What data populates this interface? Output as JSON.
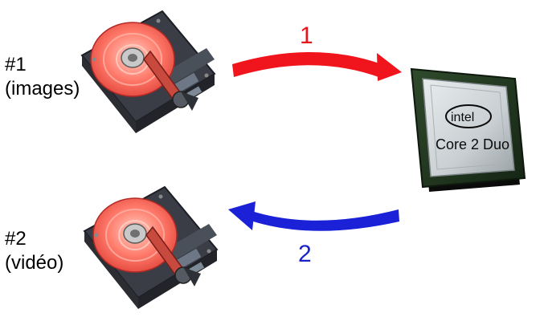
{
  "disks": [
    {
      "id": "disk-1",
      "number": "#1",
      "content": "(images)"
    },
    {
      "id": "disk-2",
      "number": "#2",
      "content": "(vidéo)"
    }
  ],
  "arrows": [
    {
      "label": "1",
      "direction": "disk-1-to-cpu",
      "color": "#f0141c"
    },
    {
      "label": "2",
      "direction": "cpu-to-disk-2",
      "color": "#1a21d6"
    }
  ],
  "cpu": {
    "brand": "intel",
    "model": "Core 2 Duo"
  },
  "icons": [
    "hard-drive-icon",
    "cpu-chip-icon"
  ]
}
